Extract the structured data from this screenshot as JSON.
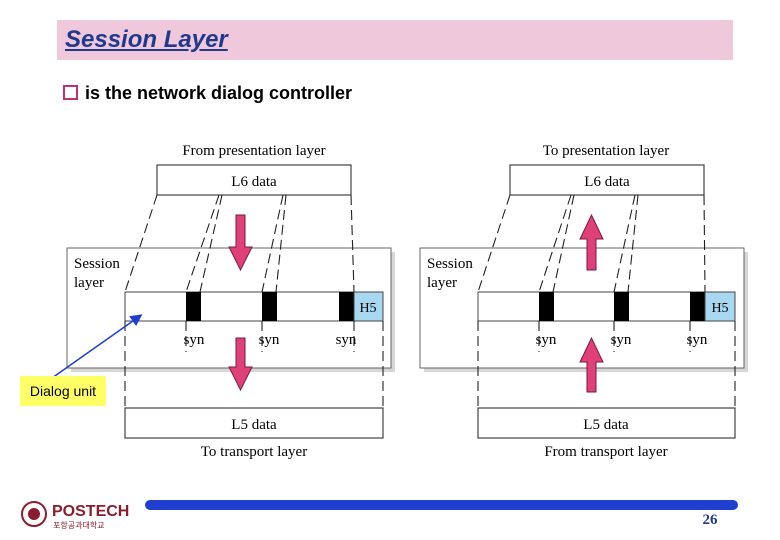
{
  "title": "Session Layer",
  "bullet": "is the network dialog controller",
  "left": {
    "top_label": "From presentation layer",
    "l6": "L6 data",
    "session_label": [
      "Session",
      "layer"
    ],
    "h5": "H5",
    "syn": [
      "syn",
      "syn",
      "syn"
    ],
    "l5": "L5 data",
    "bottom_label": "To transport layer"
  },
  "right": {
    "top_label": "To presentation layer",
    "l6": "L6 data",
    "session_label": [
      "Session",
      "layer"
    ],
    "h5": "H5",
    "syn": [
      "syn",
      "syn",
      "syn"
    ],
    "l5": "L5 data",
    "bottom_label": "From transport layer"
  },
  "callout": "Dialog unit",
  "logo": {
    "name": "POSTECH",
    "sub": "포항공과대학교"
  },
  "page_number": "26",
  "colors": {
    "title_bg": "#f0c8dc",
    "title_text": "#1f3a8c",
    "h5_bg": "#a8d8f0",
    "arrow": "#e0407a",
    "callout_bg": "#ffff66",
    "footer_bar": "#1f3fd0"
  }
}
